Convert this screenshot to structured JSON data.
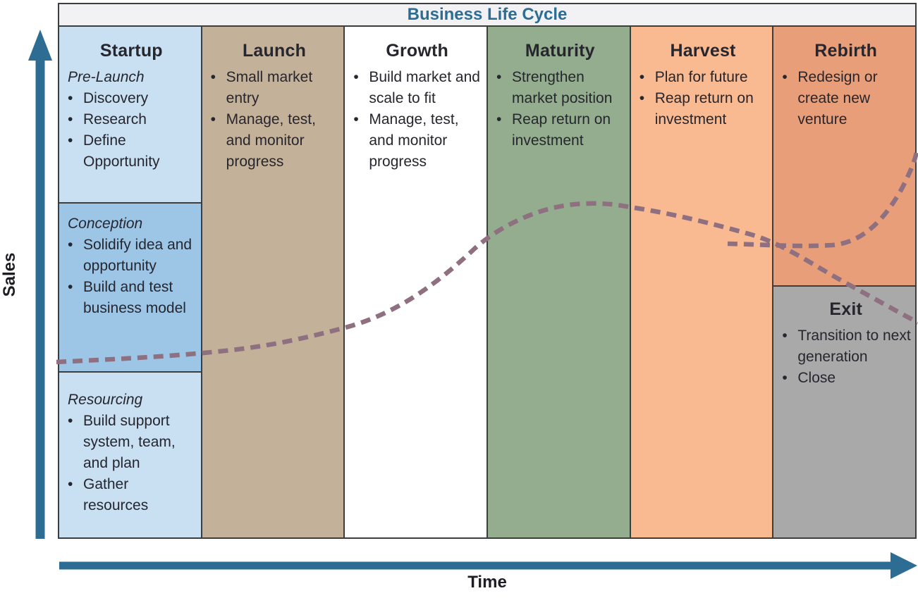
{
  "title": "Business Life Cycle",
  "axes": {
    "y_label": "Sales",
    "x_label": "Time"
  },
  "bullet": "•",
  "stages": [
    {
      "name": "Startup",
      "sections": [
        {
          "subtitle": "Pre-Launch",
          "items": [
            "Discovery",
            "Research",
            "Define Opportunity"
          ]
        },
        {
          "subtitle": "Conception",
          "items": [
            "Solidify idea and opportunity",
            "Build and test business model"
          ]
        },
        {
          "subtitle": "Resourcing",
          "items": [
            "Build support system, team, and plan",
            "Gather resources"
          ]
        }
      ]
    },
    {
      "name": "Launch",
      "items": [
        "Small market entry",
        "Manage, test, and monitor progress"
      ]
    },
    {
      "name": "Growth",
      "items": [
        "Build market and scale to fit",
        "Manage, test, and monitor progress"
      ]
    },
    {
      "name": "Maturity",
      "items": [
        "Strengthen market position",
        "Reap return on investment"
      ]
    },
    {
      "name": "Harvest",
      "items": [
        "Plan for future",
        "Reap return on investment"
      ]
    },
    {
      "name": "Rebirth",
      "items": [
        "Redesign or create new venture"
      ],
      "sub_stage": {
        "name": "Exit",
        "items": [
          "Transition to next generation",
          "Close"
        ]
      }
    }
  ],
  "sales_curve": {
    "style": "dashed",
    "color": "#8e7080",
    "shape": "Rises slowly through Startup and Launch, climbs steeply through Growth, peaks in Maturity, declines gently through Harvest, then forks in Rebirth: one branch curves sharply upward (rebirth), the other continues downward into Exit"
  },
  "colors": {
    "accent_teal": "#2d6d94",
    "border": "#3d3d3d",
    "text": "#26262e",
    "curve": "#8e7080",
    "title_bg": "#f2f2f5",
    "startup_light_blue": "#c9dff2",
    "conception_blue": "#9dc6e6",
    "launch_tan": "#c4b199",
    "growth_white": "#ffffff",
    "maturity_green": "#93ad8e",
    "harvest_peach": "#f9ba92",
    "rebirth_salmon": "#e99e7a",
    "exit_gray": "#a9a9a9"
  }
}
